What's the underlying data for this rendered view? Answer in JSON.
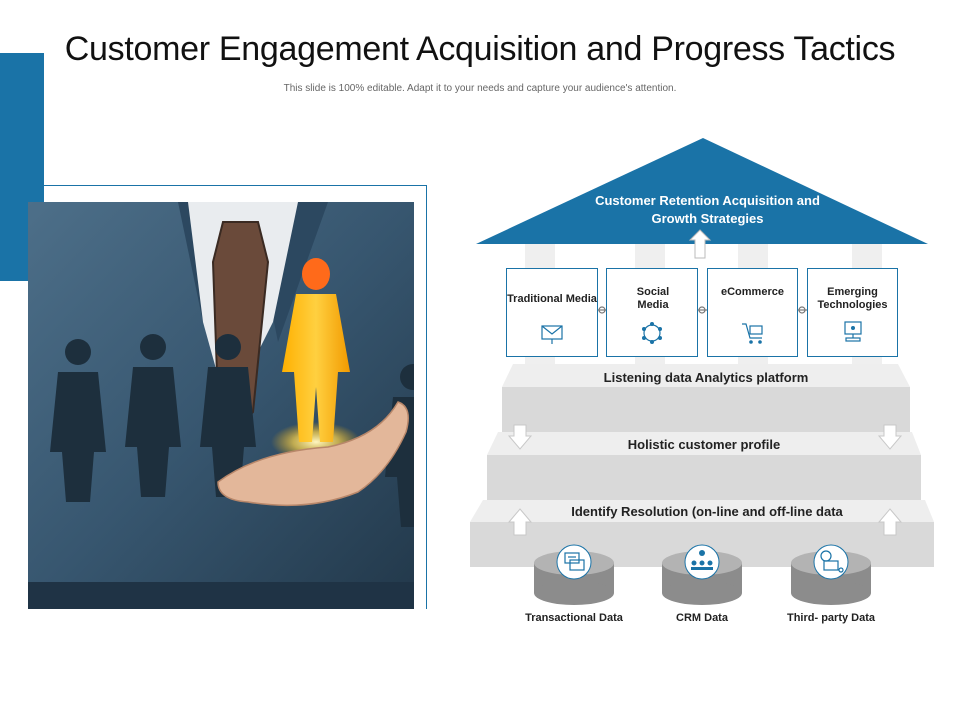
{
  "slide": {
    "title": "Customer Engagement Acquisition and Progress Tactics",
    "subtitle": "This slide is 100% editable. Adapt it to your needs and capture your audience's attention."
  },
  "diagram": {
    "roof_label": "Customer Retention Acquisition and Growth Strategies",
    "channels": [
      {
        "label": "Traditional Media",
        "icon": "envelope-icon"
      },
      {
        "label": "Social Media",
        "icon": "network-icon"
      },
      {
        "label": "eCommerce",
        "icon": "cart-icon"
      },
      {
        "label": "Emerging Technologies",
        "icon": "computer-icon"
      }
    ],
    "layers": [
      {
        "label": "Listening data Analytics platform"
      },
      {
        "label": "Holistic customer profile"
      },
      {
        "label": "Identify Resolution (on-line and off-line data"
      }
    ],
    "sources": [
      {
        "label": "Transactional Data",
        "icon": "transaction-icon"
      },
      {
        "label": "CRM Data",
        "icon": "people-icon"
      },
      {
        "label": "Third- party Data",
        "icon": "third-party-icon"
      }
    ],
    "colors": {
      "accent": "#1a73a7",
      "step": "#d9d9d9",
      "step_top": "#eeeeee",
      "db": "#8c8c8c"
    }
  }
}
